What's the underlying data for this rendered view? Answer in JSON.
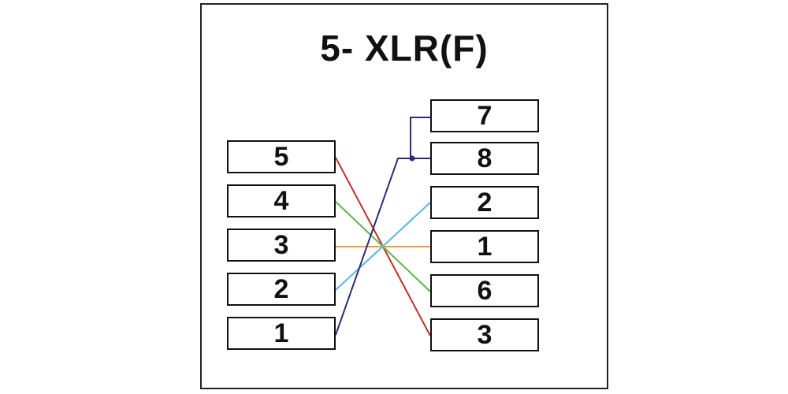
{
  "title": "5- XLR(F)",
  "left_pins": [
    "5",
    "4",
    "3",
    "2",
    "1"
  ],
  "right_pins": [
    "7",
    "8",
    "2",
    "1",
    "6",
    "3"
  ],
  "connections": [
    {
      "from": "5",
      "to": "3",
      "color": "#c0302a"
    },
    {
      "from": "4",
      "to": "6",
      "color": "#5bb846"
    },
    {
      "from": "3",
      "to": "1",
      "color": "#f09a3a"
    },
    {
      "from": "2",
      "to": "2",
      "color": "#55b8e0"
    },
    {
      "from": "1",
      "to": "8",
      "color": "#2e2a7a"
    }
  ],
  "bridge": {
    "pins": [
      "7",
      "8"
    ],
    "color": "#2e2a7a"
  }
}
